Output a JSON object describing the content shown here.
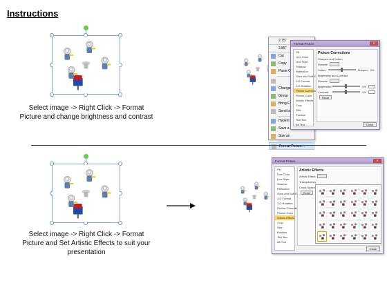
{
  "title": "Instructions",
  "step1": {
    "caption_line1": "Select image -> Right Click -> Format",
    "caption_line2": "Picture and change brightness and contrast"
  },
  "step2": {
    "caption_line1": "Select image -> Right Click -> Format",
    "caption_line2": "Picture and Set Artistic Effects to suit your",
    "caption_line3": "presentation"
  },
  "context_menu": {
    "size_top": "2.75\"",
    "size_bottom": "2.85\"",
    "items": [
      {
        "icon": "cut-icon",
        "label": "Cut"
      },
      {
        "icon": "copy-icon",
        "label": "Copy"
      },
      {
        "icon": "paste-icon",
        "label": "Paste O"
      },
      {
        "icon": "blank-icon",
        "label": ""
      },
      {
        "icon": "change-picture-icon",
        "label": "Change"
      },
      {
        "icon": "group-icon",
        "label": "Group"
      },
      {
        "icon": "bring-front-icon",
        "label": "Bring F"
      },
      {
        "icon": "send-back-icon",
        "label": "Send to"
      },
      {
        "icon": "hyperlink-icon",
        "label": "Hyperli"
      },
      {
        "icon": "save-picture-icon",
        "label": "Save a"
      },
      {
        "icon": "size-icon",
        "label": "Size an"
      },
      {
        "icon": "format-picture-icon",
        "label": "Format Picture..."
      }
    ]
  },
  "dialog1": {
    "title": "Format Picture",
    "nav": [
      "Fill",
      "Line Color",
      "Line Style",
      "Shadow",
      "Reflection",
      "Glow and Soft Edges",
      "3-D Format",
      "3-D Rotation",
      "Picture Corrections",
      "Picture Color",
      "Artistic Effects",
      "Crop",
      "Size",
      "Position",
      "Text Box",
      "Alt Text"
    ],
    "active_nav": "Picture Corrections",
    "pane_heading": "Picture Corrections",
    "section1": "Sharpen and Soften",
    "presets_label": "Presets:",
    "soften_label": "Soften",
    "sharpen_label": "Sharpen",
    "soften_value": "0%",
    "section2": "Brightness and Contrast",
    "presets2_label": "Presets:",
    "brightness_label": "Brightness:",
    "contrast_label": "Contrast:",
    "brightness_value": "0%",
    "contrast_value": "0%",
    "reset_label": "Reset",
    "close_label": "Close"
  },
  "dialog2": {
    "title": "Format Picture",
    "nav": [
      "Fill",
      "Line Color",
      "Line Style",
      "Shadow",
      "Reflection",
      "Glow and Soft Edges",
      "3-D Format",
      "3-D Rotation",
      "Picture Corrections",
      "Picture Color",
      "Artistic Effects",
      "Crop",
      "Size",
      "Position",
      "Text Box",
      "Alt Text"
    ],
    "active_nav": "Artistic Effects",
    "pane_heading": "Artistic Effects",
    "effect_label": "Artistic Effect:",
    "transparency_label": "Transparency:",
    "crack_label": "Crack Spacing:",
    "reset_label": "Reset",
    "close_label": "Close"
  },
  "colors": {
    "selection_border": "#7aa7d8",
    "rotate_handle": "#5fcf45",
    "menu_highlight": "#d6e6fa",
    "dialog_title": "#b8a8d8",
    "active_nav": "#f7d56a",
    "chair_red": "#cc1a1a",
    "chair_blue": "#1f4aa8"
  }
}
